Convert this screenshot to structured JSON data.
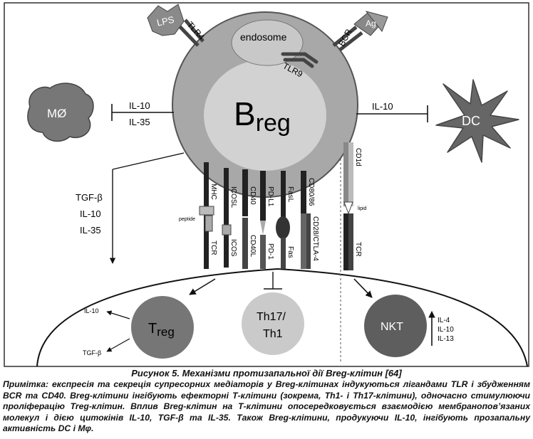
{
  "labels": {
    "lps": "LPS",
    "tlr4": "TLR4",
    "endosome": "endosome",
    "tlr9": "TLR9",
    "bcr": "BCR",
    "ag": "Ag",
    "breg_main": "B",
    "breg_sub": "reg",
    "macrophage": "MØ",
    "dc": "DC",
    "il10_mo": "IL-10",
    "il35_mo": "IL-35",
    "il10_dc": "IL-10",
    "tgfb_left": "TGF-β",
    "il10_left": "IL-10",
    "il35_left": "IL-35",
    "mhc": "MHC",
    "peptide": "peptide",
    "tcr_left": "TCR",
    "icosl": "ICOSL",
    "icos": "ICOS",
    "cd40": "CD40",
    "cd40l": "CD40L",
    "pdl1": "PD-L1",
    "pd1": "PD-1",
    "fasl": "FasL",
    "fas": "Fas",
    "cd8086": "CD80/86",
    "cd28ctla4": "CD28/CTLA-4",
    "cd1d": "CD1d",
    "lipid": "lipid",
    "tcr_right": "TCR",
    "treg_main": "T",
    "treg_sub": "reg",
    "th17": "Th17/",
    "th1": "Th1",
    "nkt": "NKT",
    "treg_out_il10": "IL-10",
    "treg_out_tgfb": "TGF-β",
    "nkt_il4": "IL-4",
    "nkt_il10": "IL-10",
    "nkt_il13": "IL-13"
  },
  "caption": {
    "title": "Рисунок 5. Механізми протизапальної дії Breg-клітин [64]",
    "body": "Примітка: експресія та секреція супресорних медіаторів у Breg-клітинах індукуються лігандами TLR і збудженням BCR та CD40. Breg-клітини інгібують ефекторні Т-клітини (зокрема, Th1- і Th17-клітини), одночасно стимулюючи проліферацію Treg-клітин. Вплив Breg-клітин на Т-клітини опосередковується взаємодією мембранопов’язаних молекул і дією цитокінів IL-10, TGF-β та IL-35. Також Breg-клітини, продукуючи IL-10, інгібують прозапальну активність DC і Mφ."
  }
}
